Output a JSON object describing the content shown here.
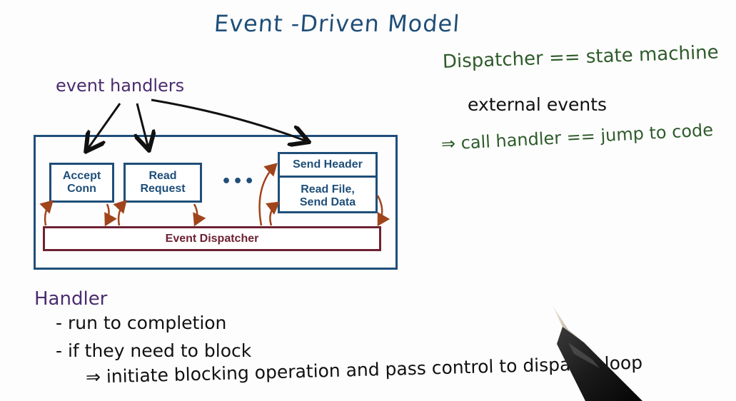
{
  "title": "Event -Driven Model",
  "labels": {
    "event_handlers": "event handlers"
  },
  "diagram": {
    "handlers": {
      "accept": "Accept\nConn",
      "read": "Read\nRequest",
      "ellipsis": "•••",
      "send_header": "Send Header",
      "send_data": "Read File,\nSend Data"
    },
    "dispatcher": "Event Dispatcher"
  },
  "notes_right": {
    "line1": "Dispatcher == state machine",
    "line2": "external events",
    "line3": "⇒ call handler == jump to code"
  },
  "notes_bottom": {
    "heading": "Handler",
    "line1": "- run to completion",
    "line2": "- if they need to block",
    "line3": "⇒ initiate blocking operation and pass control to dispatch loop"
  },
  "colors": {
    "title_blue": "#1f4e79",
    "handwriting_purple": "#4b2c6f",
    "handwriting_green": "#2e5b2a",
    "dispatcher_maroon": "#6e2233",
    "arrow_brown": "#a0441c"
  }
}
